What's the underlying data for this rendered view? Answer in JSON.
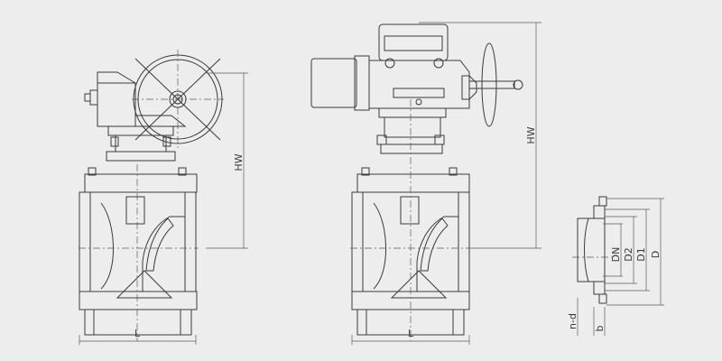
{
  "labels": {
    "hw_left": "HW",
    "hw_right": "HW",
    "l_left": "L",
    "l_right": "L",
    "dn": "DN",
    "d2": "D2",
    "d1": "D1",
    "d": "D",
    "nd": "n-d",
    "b": "b"
  }
}
